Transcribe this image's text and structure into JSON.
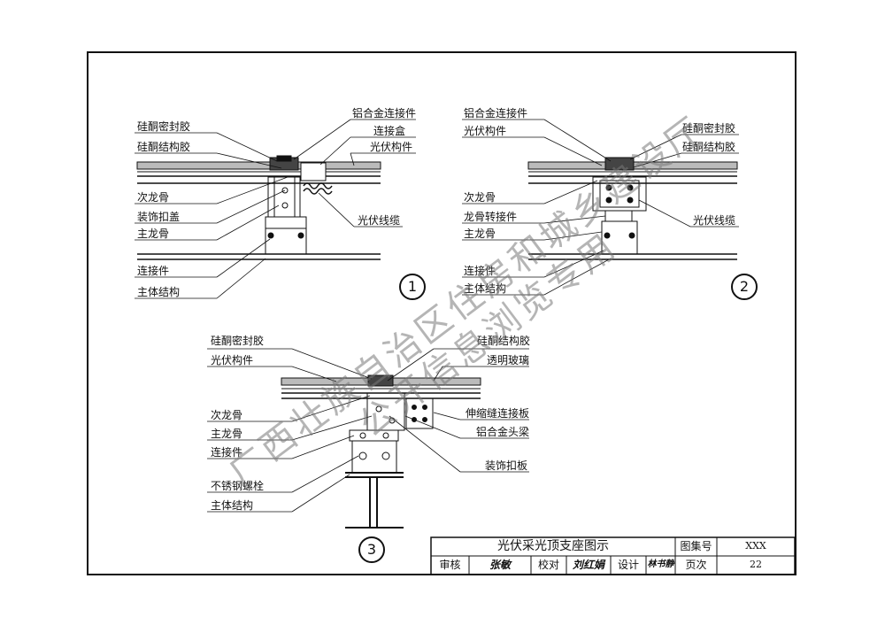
{
  "detail1": {
    "left_labels": [
      "硅酮密封胶",
      "硅酮结构胶",
      "次龙骨",
      "装饰扣盖",
      "主龙骨",
      "连接件",
      "主体结构"
    ],
    "right_labels": [
      "铝合金连接件",
      "连接盒",
      "光伏构件",
      "光伏线缆"
    ],
    "number": "1"
  },
  "detail2": {
    "left_labels": [
      "铝合金连接件",
      "光伏构件",
      "次龙骨",
      "龙骨转接件",
      "主龙骨",
      "连接件",
      "主体结构"
    ],
    "right_labels": [
      "硅酮密封胶",
      "硅酮结构胶",
      "光伏线缆"
    ],
    "number": "2"
  },
  "detail3": {
    "left_labels": [
      "硅酮密封胶",
      "光伏构件",
      "次龙骨",
      "主龙骨",
      "连接件",
      "不锈钢螺栓",
      "主体结构"
    ],
    "right_labels": [
      "硅酮结构胶",
      "透明玻璃",
      "伸缩缝连接板",
      "铝合金头梁",
      "装饰扣板"
    ],
    "number": "3"
  },
  "title_block": {
    "title": "光伏采光顶支座图示",
    "atlas_label": "图集号",
    "atlas_no": "XXX",
    "review_label": "审核",
    "check_label": "校对",
    "design_label": "设计",
    "page_label": "页次",
    "page_no": "22",
    "review_sign": "张敏",
    "check_sign": "刘红娟",
    "design_sign": "林书静"
  },
  "watermark": [
    "广西壮族自治区住房和城乡建设厅",
    "公开信息浏览专用"
  ]
}
